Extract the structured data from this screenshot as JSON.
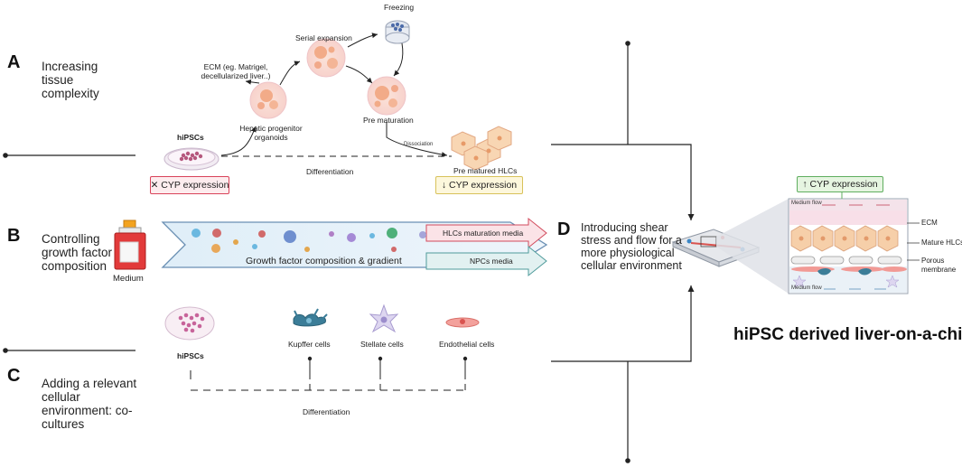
{
  "section_a": {
    "letter": "A",
    "title": "Increasing tissue complexity",
    "freezing": "Freezing",
    "serial_expansion": "Serial expansion",
    "ecm_note": "ECM (eg. Matrigel, decellularized liver..)",
    "hepatic_progenitor": "Hepatic progenitor organoids",
    "pre_maturation": "Pre maturation",
    "dissociation": "Dissociation",
    "hipscs": "hiPSCs",
    "differentiation": "Differentiation",
    "pre_matured_hlcs": "Pre matured HLCs",
    "cyp_none": "✕ CYP expression",
    "cyp_low": "↓ CYP expression"
  },
  "section_b": {
    "letter": "B",
    "title": "Controlling growth factor composition",
    "medium": "Medium",
    "gradient_label": "Growth factor composition & gradient",
    "hlc_media": "HLCs maturation media",
    "npc_media": "NPCs media"
  },
  "section_c": {
    "letter": "C",
    "title": "Adding a relevant cellular environment: co-cultures",
    "hipscs": "hiPSCs",
    "kupffer": "Kupffer cells",
    "stellate": "Stellate cells",
    "endothelial": "Endothelial cells",
    "differentiation": "Differentiation"
  },
  "section_d": {
    "letter": "D",
    "title": "Introducing shear stress and flow for a more physiological cellular environment",
    "cyp_high": "↑ CYP expression",
    "medium_flow_top": "Medium flow",
    "medium_flow_bottom": "Medium flow",
    "ecm": "ECM",
    "mature_hlcs": "Mature HLCs",
    "porous_membrane": "Porous membrane",
    "final_title": "hiPSC derived liver-on-a-chip"
  },
  "colors": {
    "cyp_none_border": "#d9435a",
    "cyp_none_fill": "#fdecee",
    "cyp_low_border": "#d8c25a",
    "cyp_low_fill": "#fdf7dc",
    "cyp_high_border": "#5fae5f",
    "cyp_high_fill": "#e6f5e1",
    "gradient_fill": "#dcebf6",
    "hlc_arrow_fill": "#fbe3e7",
    "npc_arrow_fill": "#e2f1f1",
    "organoid": "#f4b39a",
    "cell": "#f6d3b4",
    "ecm_band": "#f6dde6"
  }
}
